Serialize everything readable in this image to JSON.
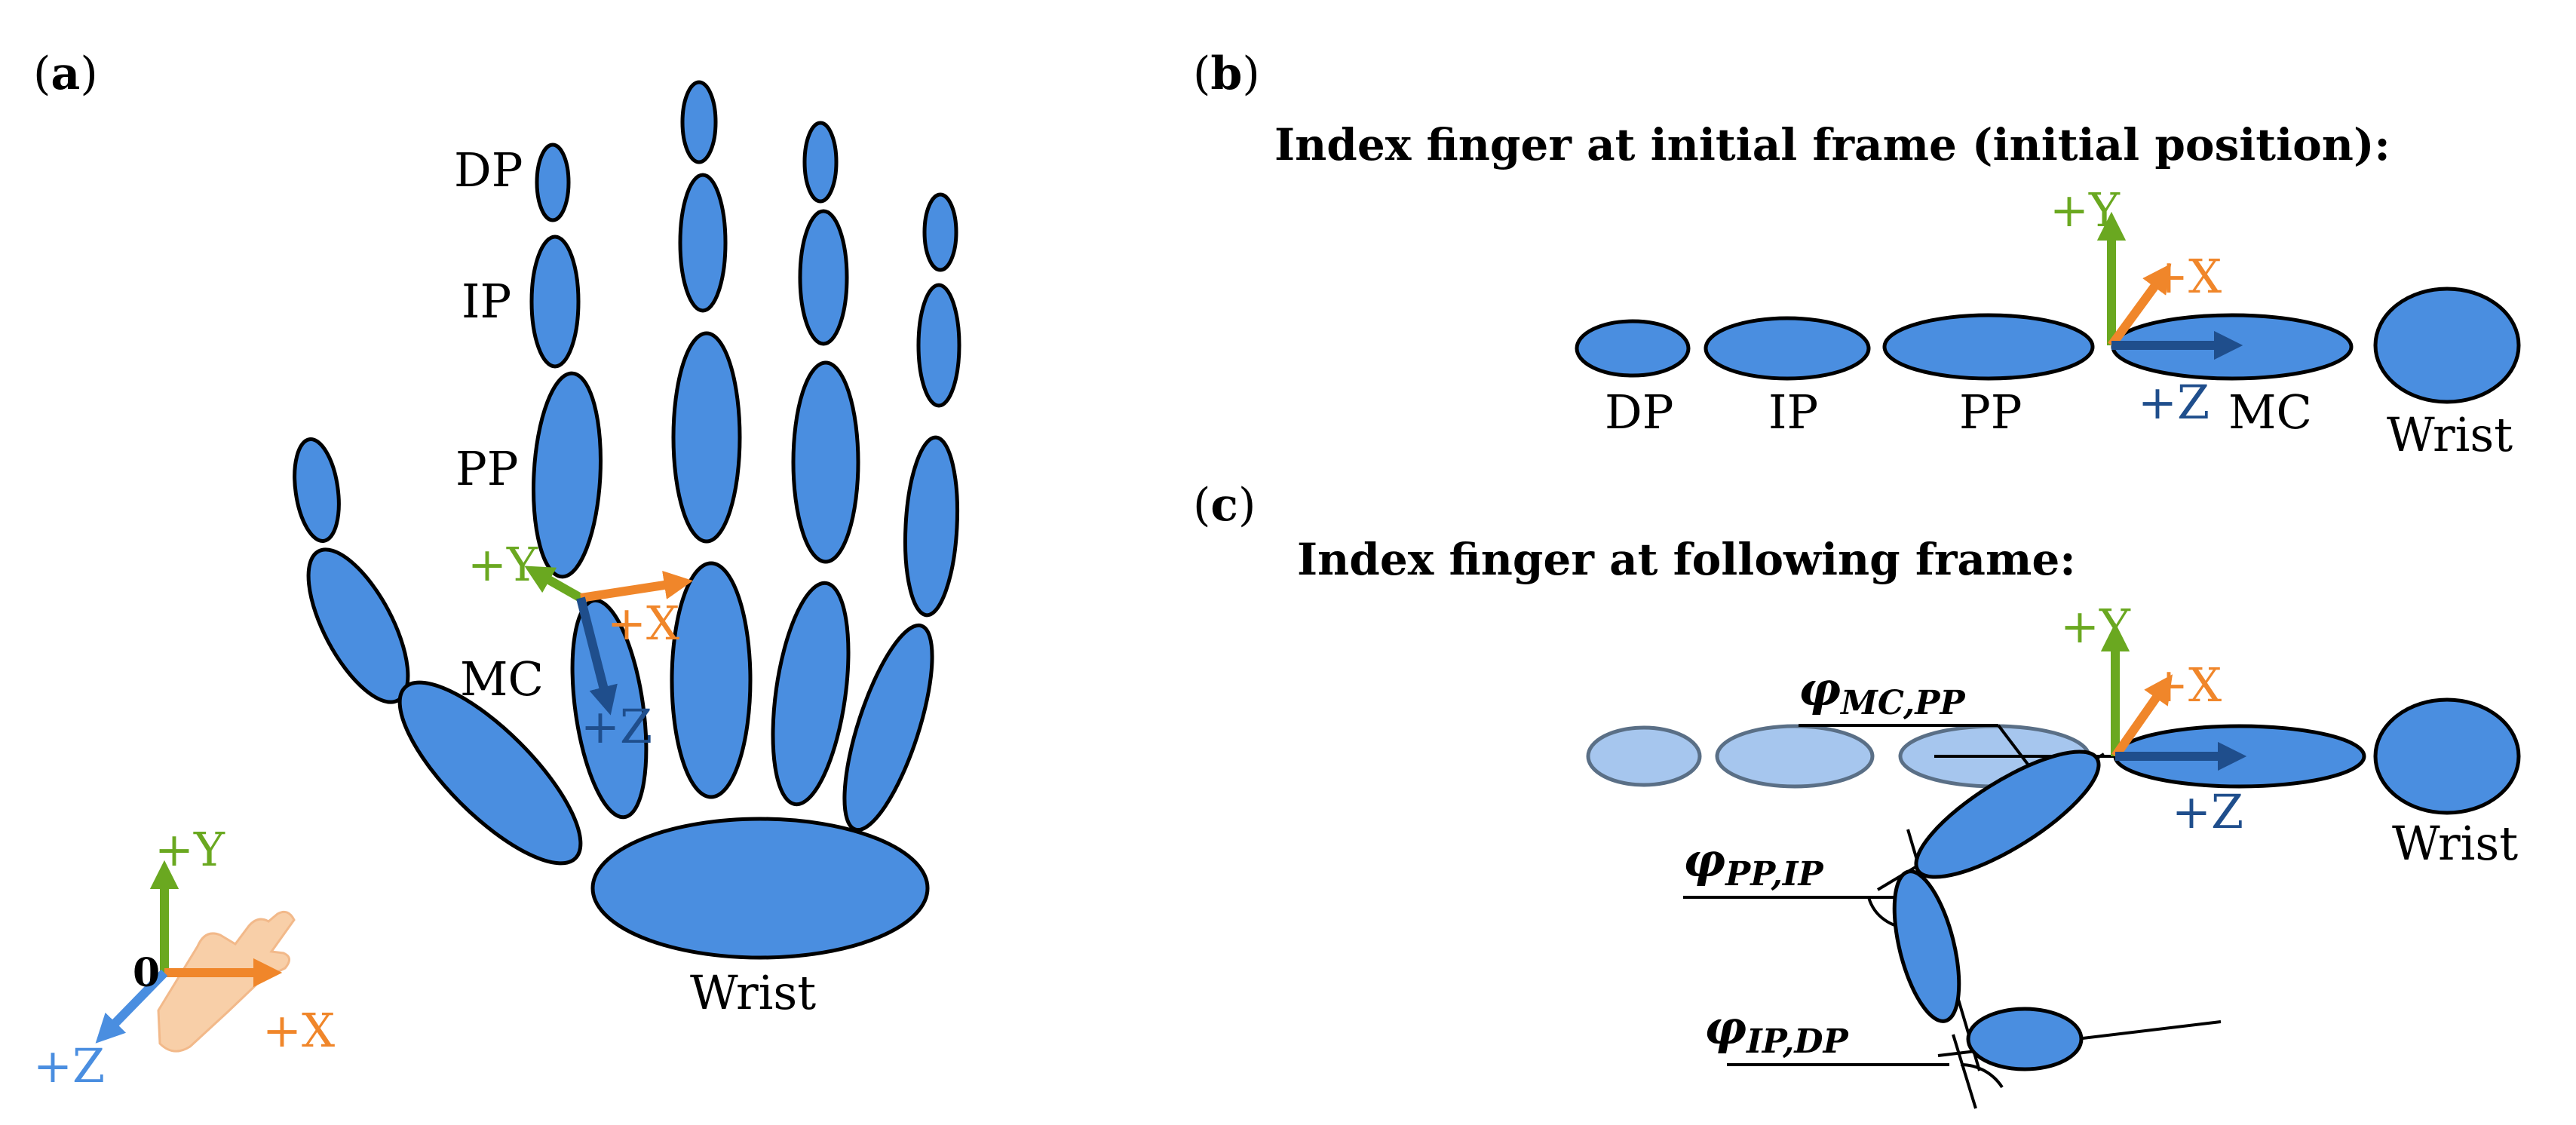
{
  "colors": {
    "bone_fill": "#4a8ee0",
    "bone_stroke": "#000000",
    "ghost_fill": "#a6c6ee",
    "ghost_stroke": "#5a6f86",
    "y_axis": "#6aa820",
    "x_axis": "#f0862a",
    "z_axis_dark": "#1f4e8c",
    "z_axis_light": "#4a8ee0",
    "skin": "#f8cfa8"
  },
  "panel_a": {
    "tag_open": "(",
    "tag_letter": "a",
    "tag_close": ")",
    "labels": {
      "dp": "DP",
      "ip": "IP",
      "pp": "PP",
      "mc": "MC",
      "wrist": "Wrist"
    },
    "local_axes": {
      "y": "+Y",
      "x": "+X",
      "z": "+Z"
    },
    "global_axes": {
      "origin": "0",
      "y": "+Y",
      "x": "+X",
      "z": "+Z"
    }
  },
  "panel_b": {
    "tag_open": "(",
    "tag_letter": "b",
    "tag_close": ")",
    "title": "Index finger at initial frame (initial position):",
    "labels": {
      "dp": "DP",
      "ip": "IP",
      "pp": "PP",
      "mc": "MC",
      "wrist": "Wrist"
    },
    "axes": {
      "y": "+Y",
      "x": "+X",
      "z": "+Z"
    }
  },
  "panel_c": {
    "tag_open": "(",
    "tag_letter": "c",
    "tag_close": ")",
    "title": "Index finger at following frame:",
    "wrist": "Wrist",
    "axes": {
      "y": "+Y",
      "x": "+X",
      "z": "+Z"
    },
    "angles": [
      {
        "symbol": "φ",
        "sub": "MC,PP"
      },
      {
        "symbol": "φ",
        "sub": "PP,IP"
      },
      {
        "symbol": "φ",
        "sub": "IP,DP"
      }
    ]
  }
}
